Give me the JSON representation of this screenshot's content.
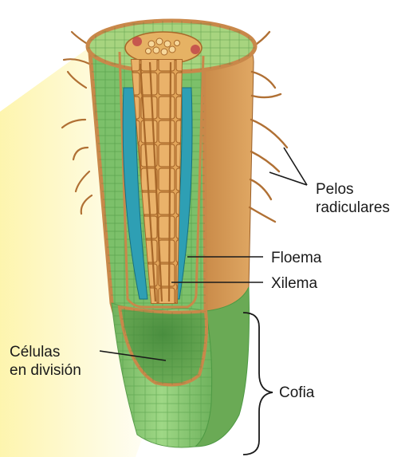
{
  "labels": {
    "pelos_line1": "Pelos",
    "pelos_line2": "radiculares",
    "floema": "Floema",
    "xilema": "Xilema",
    "celulas_line1": "Células",
    "celulas_line2": "en división",
    "cofia": "Cofia"
  },
  "colors": {
    "cortex_green": "#7cc06a",
    "cortex_dark_green": "#4f9a47",
    "epidermis_orange": "#c9884a",
    "xylem_tan": "#e2a55a",
    "xylem_dark": "#a8682a",
    "phloem_blue": "#2e9fb4",
    "cap_green": "#94cf7c",
    "highlight_yellow": "#fdf3a0"
  }
}
